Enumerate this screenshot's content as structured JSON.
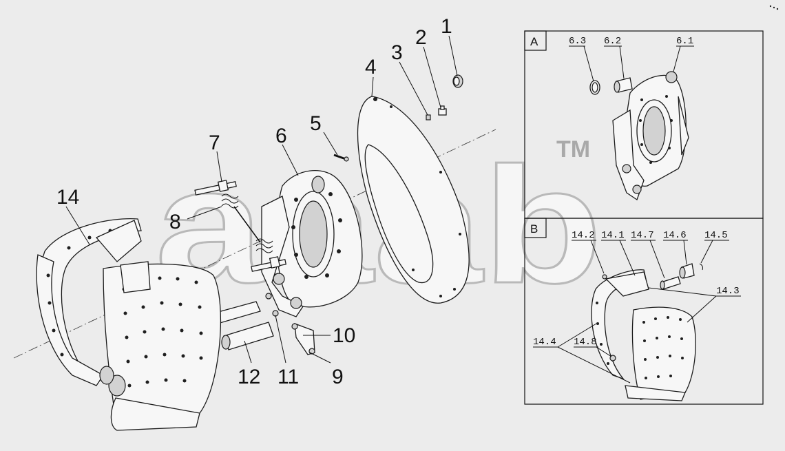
{
  "watermark": {
    "text": "aaab",
    "trademark": "TM"
  },
  "callouts": {
    "c1": "1",
    "c2": "2",
    "c3": "3",
    "c4": "4",
    "c5": "5",
    "c6": "6",
    "c7": "7",
    "c8": "8",
    "c9": "9",
    "c10": "10",
    "c11": "11",
    "c12": "12",
    "c14": "14"
  },
  "detail_a": {
    "tag": "A",
    "labels": {
      "l63": "6.3",
      "l62": "6.2",
      "l61": "6.1"
    }
  },
  "detail_b": {
    "tag": "B",
    "labels": {
      "l142": "14.2",
      "l141": "14.1",
      "l147": "14.7",
      "l146": "14.6",
      "l145": "14.5",
      "l143": "14.3",
      "l144": "14.4",
      "l148": "14.8"
    }
  }
}
